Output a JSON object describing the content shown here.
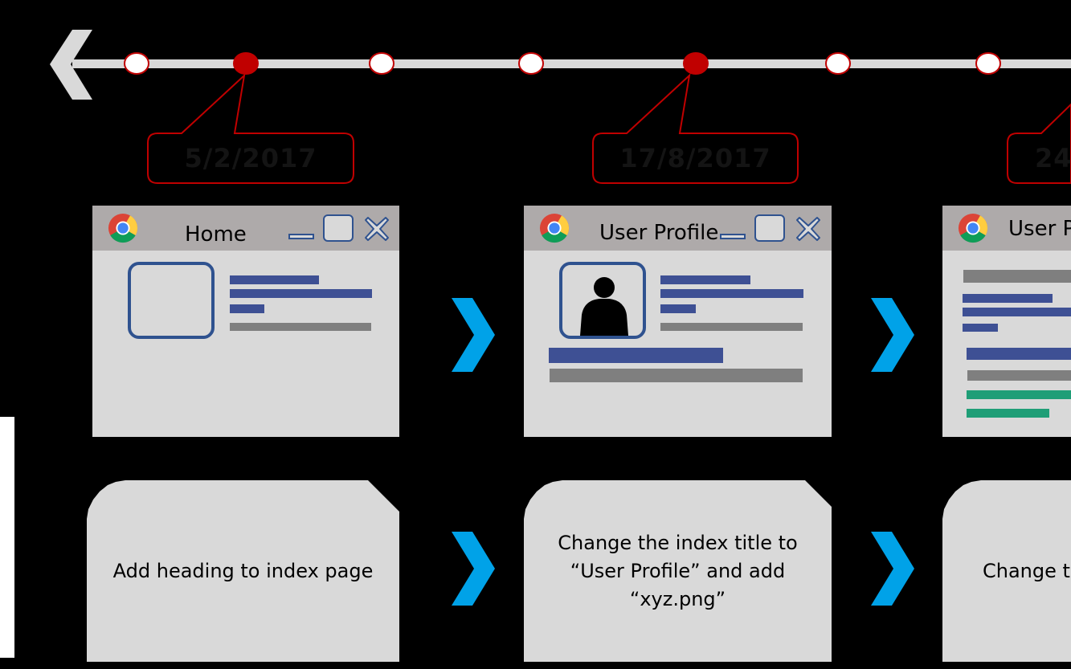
{
  "timeline": {
    "dates": [
      "5/2/2017",
      "17/8/2017",
      "24"
    ]
  },
  "windows": [
    {
      "title": "Home"
    },
    {
      "title": "User Profile"
    },
    {
      "title": "User P"
    }
  ],
  "notes": [
    {
      "text": "Add heading to index page"
    },
    {
      "line1": "Change the index title to",
      "line2": "“User Profile” and add",
      "line3": "“xyz.png”"
    },
    {
      "text": "Change th"
    }
  ],
  "colors": {
    "timeline_line": "#d9d9d9",
    "milestone_highlight": "#c00000",
    "callout_border": "#c00000",
    "next_arrow": "#00a2e8",
    "content_bar_blue": "#3e5094",
    "content_bar_gray": "#7f7f7f",
    "content_bar_green": "#1f9e77",
    "window_body": "#d9d9d9",
    "window_titlebar": "#aeaaaa"
  },
  "icons": [
    "back-arrow-icon",
    "browser-logo-icon",
    "minimize-icon",
    "maximize-icon",
    "close-icon",
    "person-icon",
    "next-chevron-icon"
  ]
}
